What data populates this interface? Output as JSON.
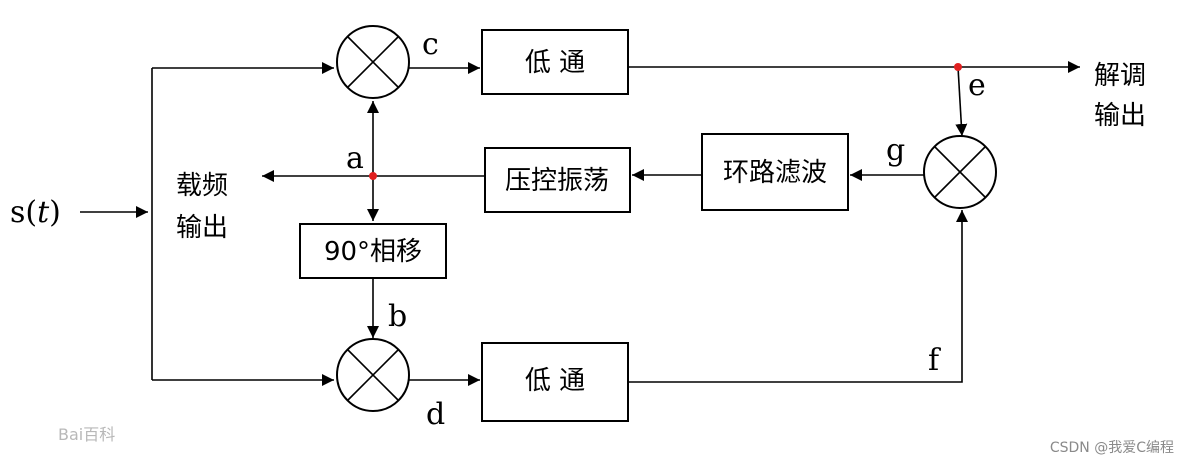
{
  "diagram": {
    "blocks": {
      "lowpass_top": "低 通",
      "lowpass_bottom": "低 通",
      "vco": "压控振荡",
      "loop_filter": "环路滤波",
      "phase_shift": "90°相移"
    },
    "signals": {
      "input_prefix": "s(",
      "input_var": "t",
      "input_suffix": ")",
      "a": "a",
      "b": "b",
      "c": "c",
      "d": "d",
      "e": "e",
      "f": "f",
      "g": "g"
    },
    "outputs": {
      "demod_line1": "解调",
      "demod_line2": "输出",
      "carrier_line1": "载频",
      "carrier_line2": "输出"
    },
    "colors": {
      "junction_dot": "#e02020"
    }
  },
  "watermarks": {
    "baidu": "Bai百科",
    "csdn": "CSDN @我爱C编程"
  }
}
